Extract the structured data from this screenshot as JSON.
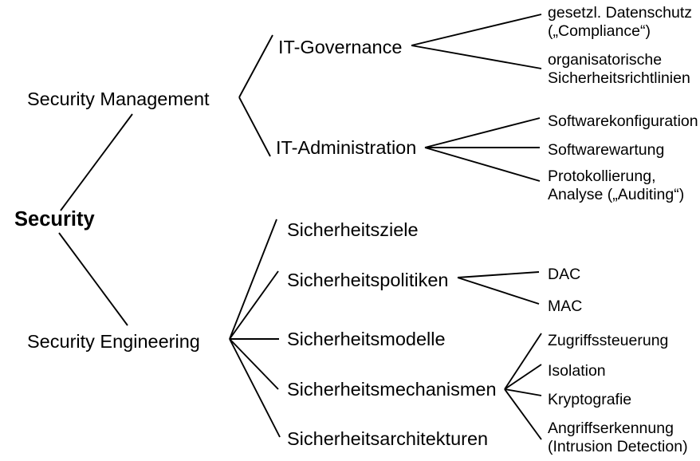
{
  "diagram": {
    "title": "Security",
    "type": "hierarchy-tree",
    "orientation": "left-to-right",
    "background_color": "#ffffff",
    "line_color": "#000000",
    "text_color": "#000000",
    "root": {
      "id": "security",
      "label": "Security",
      "bold": true
    },
    "level1": [
      {
        "id": "security-management",
        "label": "Security Management"
      },
      {
        "id": "security-engineering",
        "label": "Security Engineering"
      }
    ],
    "level2": [
      {
        "id": "it-governance",
        "label": "IT-Governance",
        "parent": "security-management"
      },
      {
        "id": "it-administration",
        "label": "IT-Administration",
        "parent": "security-management"
      },
      {
        "id": "sicherheitsziele",
        "label": "Sicherheitsziele",
        "parent": "security-engineering"
      },
      {
        "id": "sicherheitspolitiken",
        "label": "Sicherheitspolitiken",
        "parent": "security-engineering"
      },
      {
        "id": "sicherheitsmodelle",
        "label": "Sicherheitsmodelle",
        "parent": "security-engineering"
      },
      {
        "id": "sicherheitsmechanismen",
        "label": "Sicherheitsmechanismen",
        "parent": "security-engineering"
      },
      {
        "id": "sicherheitsarchitekturen",
        "label": "Sicherheitsarchitekturen",
        "parent": "security-engineering"
      }
    ],
    "level3": [
      {
        "id": "gesetzl-datenschutz",
        "parent": "it-governance",
        "line1": "gesetzl. Datenschutz",
        "line2": "(„Compliance“)"
      },
      {
        "id": "organisatorische-sicherheitsrichtlinien",
        "parent": "it-governance",
        "line1": "organisatorische",
        "line2": "Sicherheitsrichtlinien"
      },
      {
        "id": "softwarekonfiguration",
        "parent": "it-administration",
        "line1": "Softwarekonfiguration",
        "line2": ""
      },
      {
        "id": "softwarewartung",
        "parent": "it-administration",
        "line1": "Softwarewartung",
        "line2": ""
      },
      {
        "id": "protokollierung-analyse",
        "parent": "it-administration",
        "line1": "Protokollierung,",
        "line2": "Analyse („Auditing“)"
      },
      {
        "id": "dac",
        "parent": "sicherheitspolitiken",
        "line1": "DAC",
        "line2": ""
      },
      {
        "id": "mac",
        "parent": "sicherheitspolitiken",
        "line1": "MAC",
        "line2": ""
      },
      {
        "id": "zugriffssteuerung",
        "parent": "sicherheitsmechanismen",
        "line1": "Zugriffssteuerung",
        "line2": ""
      },
      {
        "id": "isolation",
        "parent": "sicherheitsmechanismen",
        "line1": "Isolation",
        "line2": ""
      },
      {
        "id": "kryptografie",
        "parent": "sicherheitsmechanismen",
        "line1": "Kryptografie",
        "line2": ""
      },
      {
        "id": "angriffserkennung",
        "parent": "sicherheitsmechanismen",
        "line1": "Angriffserkennung",
        "line2": "(Intrusion Detection)"
      }
    ]
  }
}
